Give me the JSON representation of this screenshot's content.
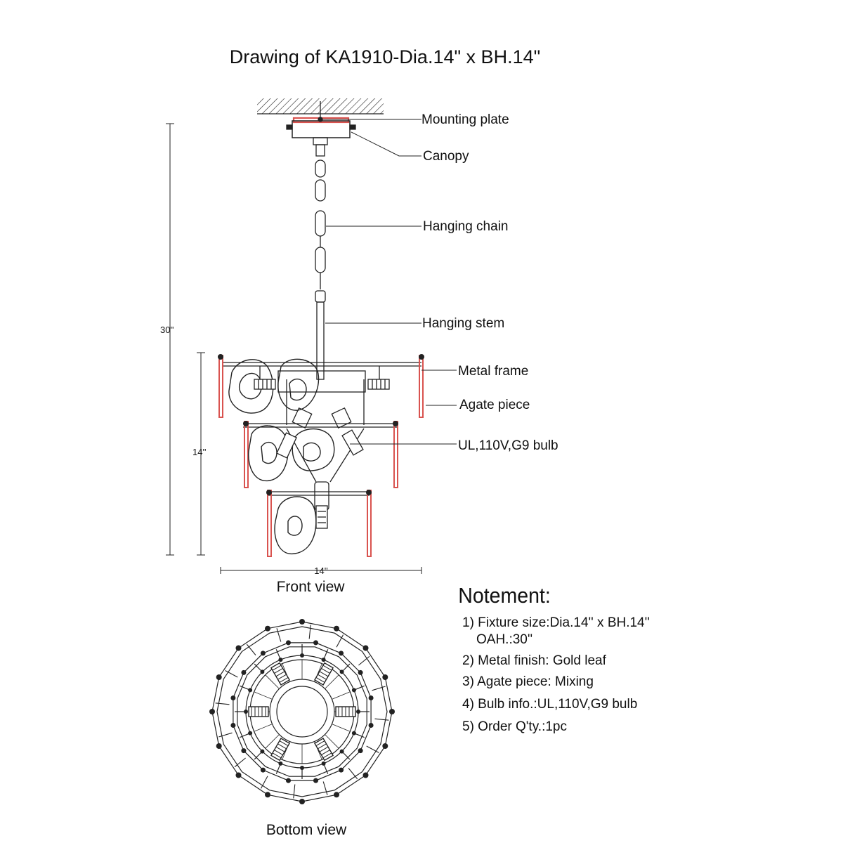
{
  "title": "Drawing of KA1910-Dia.14\" x BH.14\"",
  "labels": {
    "mounting_plate": "Mounting plate",
    "canopy": "Canopy",
    "hanging_chain": "Hanging chain",
    "hanging_stem": "Hanging stem",
    "metal_frame": "Metal frame",
    "agate_piece": "Agate piece",
    "bulb": "UL,110V,G9 bulb"
  },
  "dimensions": {
    "overall_height": "30''",
    "body_height": "14''",
    "diameter": "14''"
  },
  "views": {
    "front": "Front view",
    "bottom": "Bottom view"
  },
  "notes": {
    "heading": "Notement:",
    "items": [
      "1) Fixture size:Dia.14'' x BH.14''",
      "OAH.:30''",
      "2) Metal finish: Gold leaf",
      "3) Agate piece: Mixing",
      "4) Bulb info.:UL,110V,G9 bulb",
      "5) Order Q'ty.:1pc"
    ]
  },
  "colors": {
    "line": "#222222",
    "accent": "#d9534f"
  }
}
